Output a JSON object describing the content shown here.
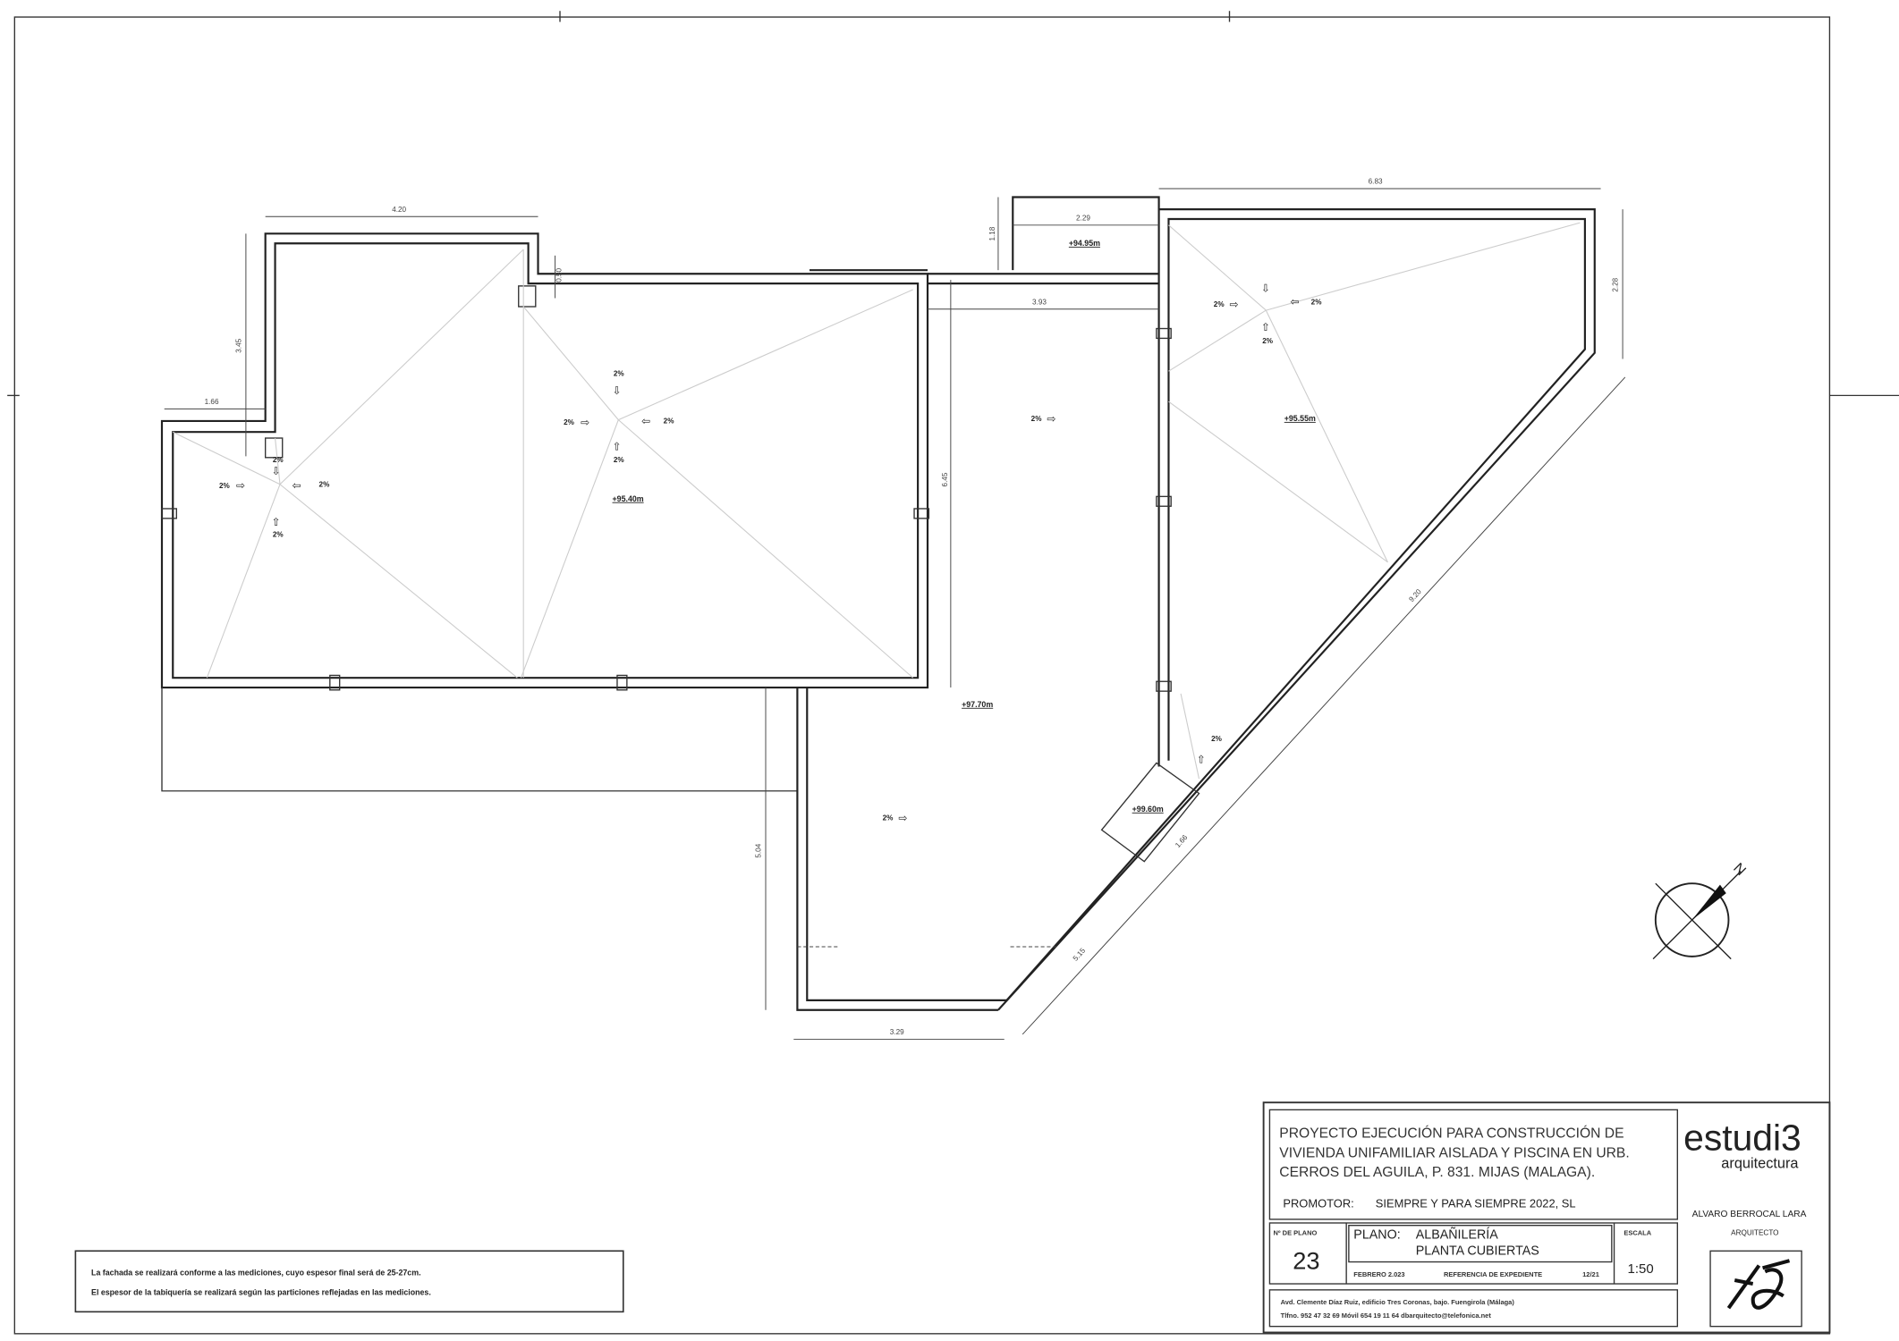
{
  "dimensions": {
    "top_left_width": "4.20",
    "left_height": "3.45",
    "left_annex": "1.66",
    "notch": "0.50",
    "mid_height": "6.45",
    "mid_width": "3.93",
    "box_width": "2.29",
    "box_height": "1.18",
    "right_width": "6.83",
    "right_height": "2.28",
    "diagonal": "9.20",
    "diag_short": "1.66",
    "diag_long": "5.15",
    "bottom_width": "3.29",
    "bottom_height": "5.04"
  },
  "slope_label": "2%",
  "levels": {
    "left_roof": "+95.40m",
    "box": "+94.95m",
    "right_roof": "+95.55m",
    "mid_roof": "+97.70m",
    "diamond": "+99.60m"
  },
  "north_label": "N",
  "note": {
    "line1": "La fachada se realizará conforme a las mediciones, cuyo espesor final será de 25-27cm.",
    "line2": "El espesor de la tabiquería se realizará según las particiones reflejadas en las mediciones."
  },
  "title_block": {
    "project_line1": "PROYECTO EJECUCIÓN PARA CONSTRUCCIÓN DE",
    "project_line2": "VIVIENDA UNIFAMILIAR AISLADA Y PISCINA EN URB.",
    "project_line3": "CERROS DEL AGUILA, P. 831. MIJAS (MALAGA).",
    "promotor_label": "PROMOTOR:",
    "promotor": "SIEMPRE Y PARA SIEMPRE 2022, SL",
    "plano_num_label": "Nº DE PLANO",
    "plano_num": "23",
    "plano_label": "PLANO:",
    "plano_line1": "ALBAÑILERÍA",
    "plano_line2": "PLANTA CUBIERTAS",
    "date": "FEBRERO 2.023",
    "ref_label": "REFERENCIA DE EXPEDIENTE",
    "ref": "12/21",
    "escala_label": "ESCALA",
    "escala": "1:50",
    "address": "Avd. Clemente Díaz Ruiz, edificio Tres Coronas, bajo. Fuengirola (Málaga)",
    "phones": "Tlfno. 952 47 32 69    Móvil 654 19 11 64    dbarquitecto@telefonica.net",
    "logo_main": "estudi3",
    "logo_sub": "arquitectura",
    "architect": "ALVARO BERROCAL LARA",
    "architect_role": "ARQUITECTO"
  },
  "colors": {
    "logo": "#2a7fc1",
    "line": "#222222"
  }
}
